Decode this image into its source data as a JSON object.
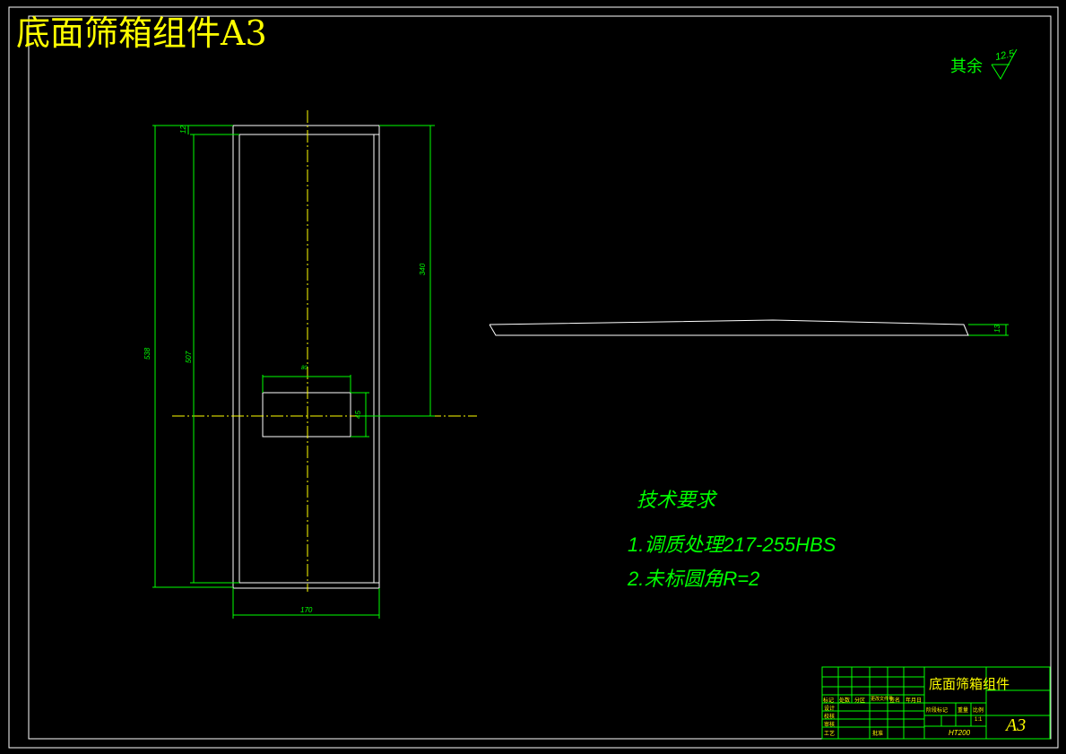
{
  "title": "底面筛箱组件A3",
  "roughness": {
    "label": "其余",
    "value": "12.5"
  },
  "dimensions": {
    "d12": "12",
    "d340": "340",
    "d538": "538",
    "d507": "507",
    "d80": "80",
    "d45": "45",
    "d170": "170",
    "d13": "13"
  },
  "tech_requirements": {
    "heading": "技术要求",
    "items": [
      "1.调质处理217-255HBS",
      "2.未标圆角R=2"
    ]
  },
  "title_block": {
    "part_name": "底面筛箱组件",
    "material": "HT200",
    "sheet_size": "A3",
    "scale": "1:1",
    "row_labels": [
      "设计",
      "校核",
      "审核",
      "工艺"
    ],
    "header_cells": [
      "标记",
      "处数",
      "分区",
      "更改文件号",
      "签名",
      "年月日"
    ],
    "right_header": [
      "阶段标记",
      "重量",
      "比例"
    ],
    "approve": "批准"
  },
  "colors": {
    "background": "#000000",
    "line_white": "#ffffff",
    "line_green": "#00ff00",
    "text_yellow": "#ffff00"
  }
}
